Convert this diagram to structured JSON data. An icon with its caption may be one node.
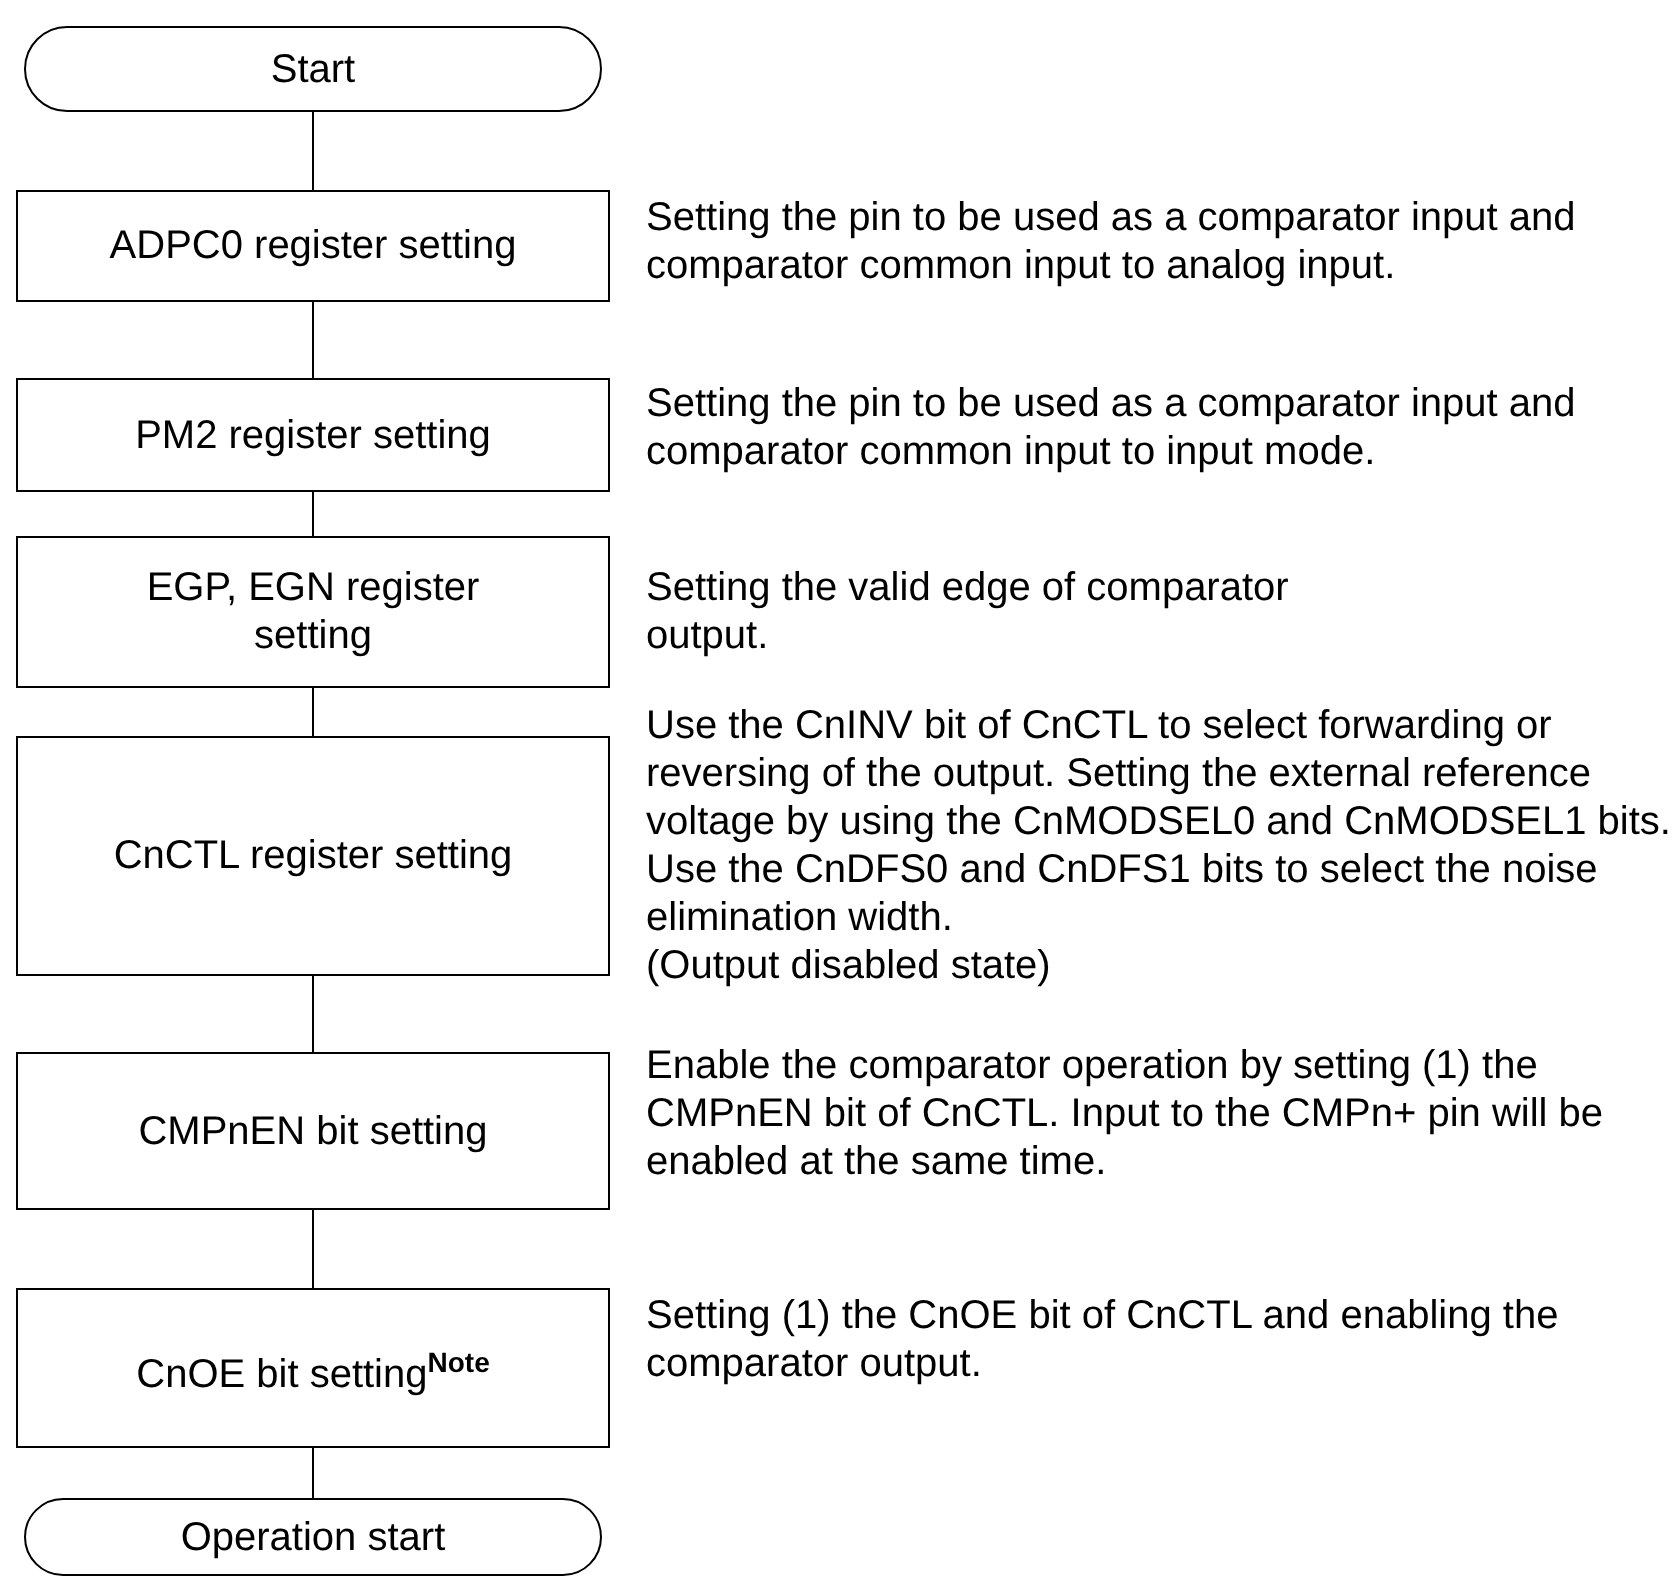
{
  "diagram": {
    "nodes": [
      {
        "text": [
          "Start"
        ]
      },
      {
        "text": [
          "ADPC0 register setting"
        ],
        "beside": [
          "Setting the pin to be used as a comparator input and comparator common input to analog input."
        ]
      },
      {
        "text": [
          "PM2 register setting"
        ],
        "beside": [
          "Setting the pin to be used as a comparator input and comparator common input to input mode."
        ]
      },
      {
        "text": [
          "EGP, EGN register setting"
        ],
        "beside": [
          "Setting the valid edge of comparator output."
        ]
      },
      {
        "text": [
          "CnCTL register setting"
        ],
        "beside": [
          "Use the CnINV bit of CnCTL to select forwarding or reversing of the output. Setting the external reference voltage by using the CnMODSEL0 and CnMODSEL1 bits. Use the CnDFS0 and CnDFS1 bits to select the noise elimination width.",
          "(Output disabled state)"
        ]
      },
      {
        "text": [
          "CMPnEN bit setting"
        ],
        "beside": [
          "Enable the comparator operation by setting (1) the CMPnEN bit of CnCTL. Input to the CMPn+ pin will be enabled at the same time."
        ]
      },
      {
        "text": [
          "CnOE bit setting$^{Note}$"
        ],
        "beside": [
          "Setting (1) the CnOE bit of CnCTL and enabling the comparator output."
        ]
      },
      {
        "text": [
          "Operation start"
        ]
      }
    ],
    "edges": [
      {
        "from": 0,
        "to": 1,
        "arrow": "none"
      },
      {
        "from": 1,
        "to": 2,
        "arrow": "none"
      },
      {
        "from": 2,
        "to": 3,
        "arrow": "none"
      },
      {
        "from": 3,
        "to": 4,
        "arrow": "none"
      },
      {
        "from": 4,
        "to": 5,
        "arrow": "none"
      },
      {
        "from": 5,
        "to": 6,
        "arrow": "none"
      },
      {
        "from": 6,
        "to": 7,
        "arrow": "none"
      }
    ]
  }
}
